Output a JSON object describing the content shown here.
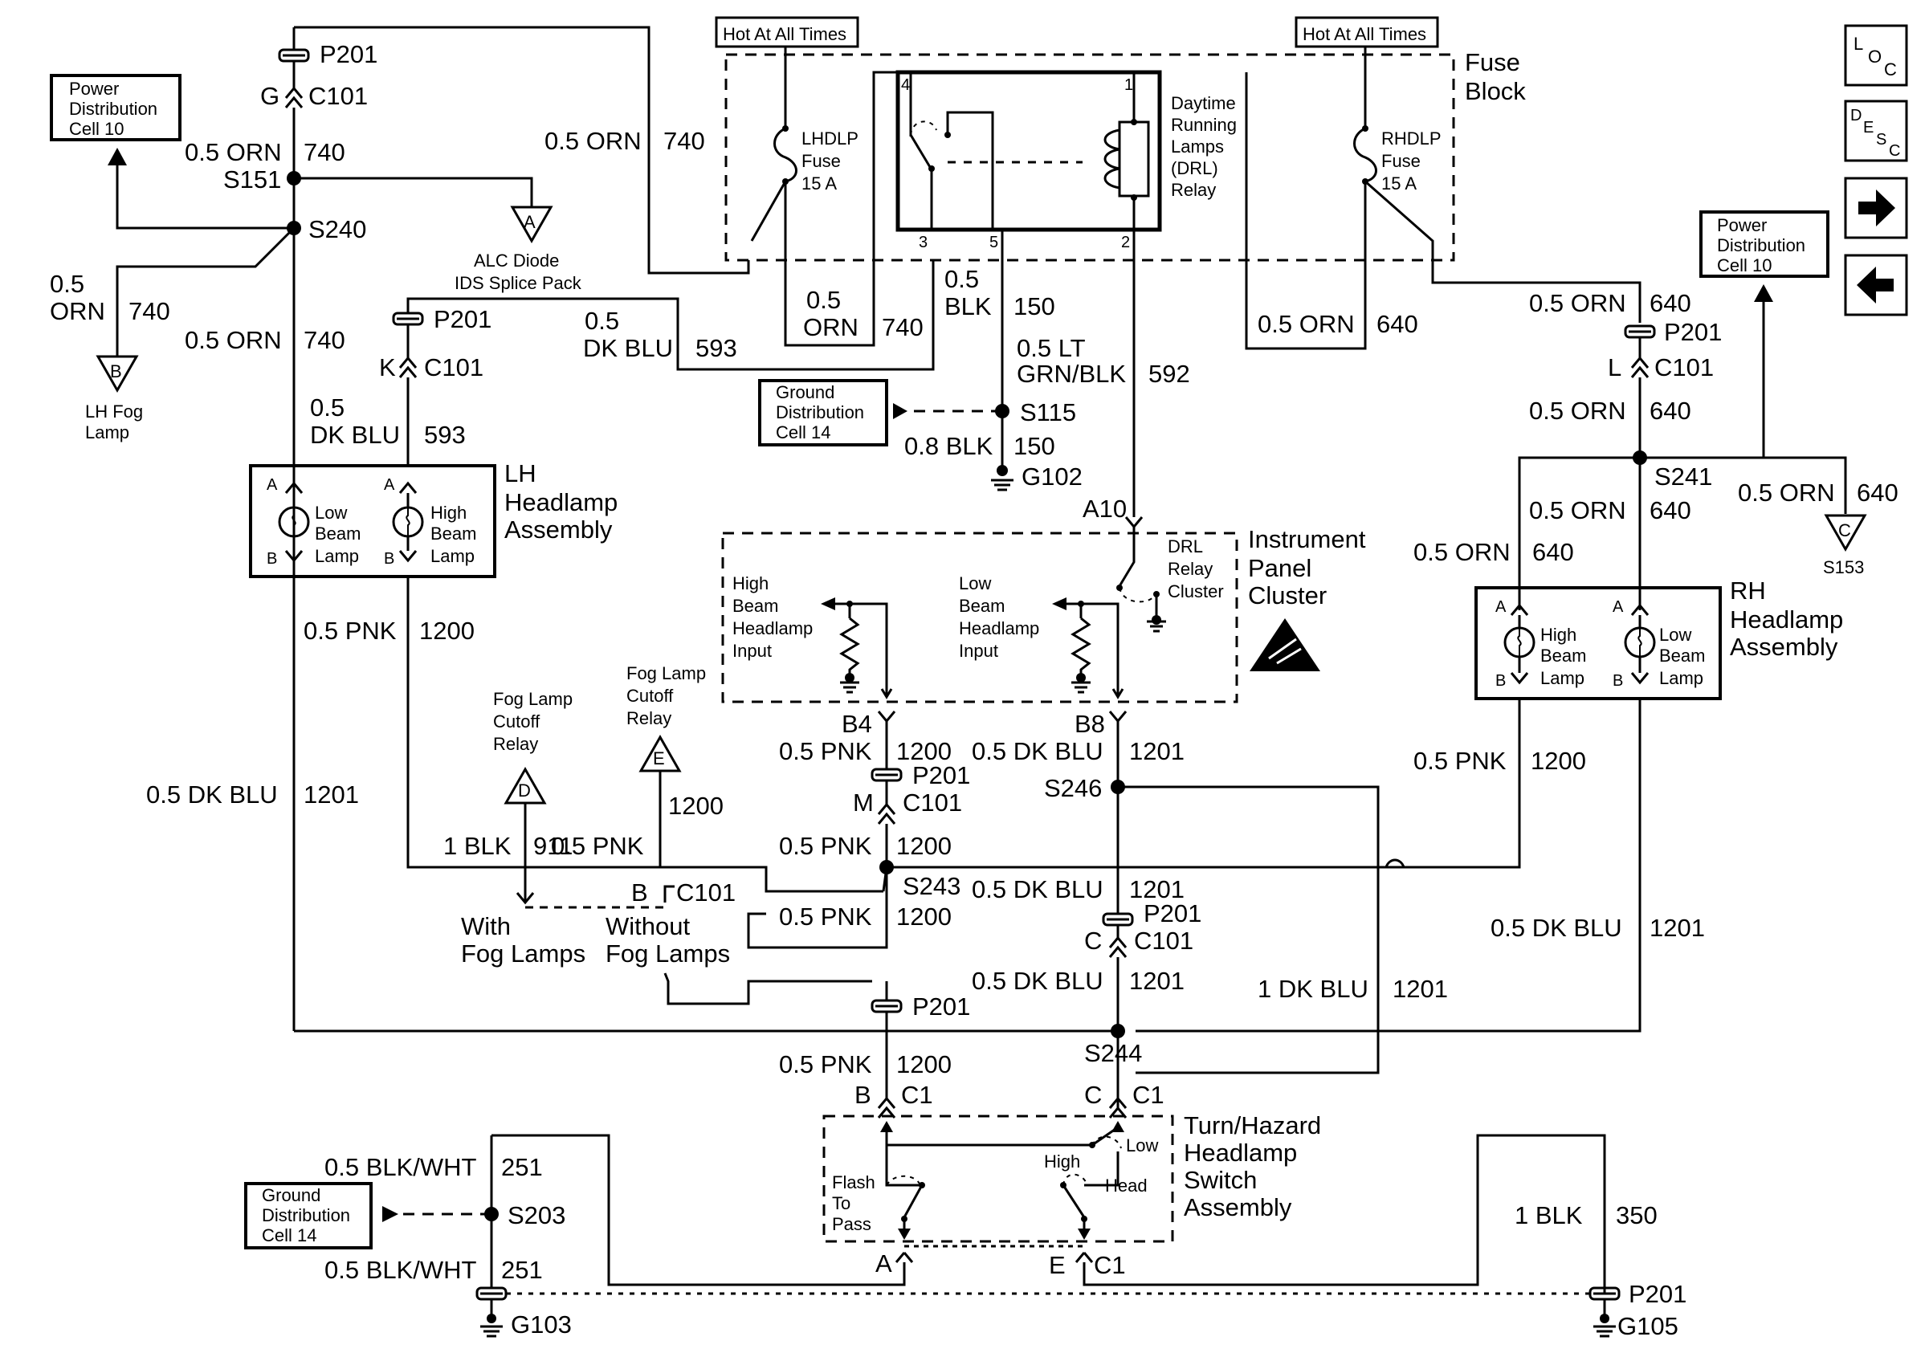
{
  "nav": {
    "loc": "LOC",
    "desc": "DESC",
    "next_glyph": "arrow-right",
    "prev_glyph": "arrow-left"
  },
  "hot_left": "Hot At All Times",
  "hot_right": "Hot At All Times",
  "fuse_block": [
    "Fuse",
    "Block"
  ],
  "lhdlp_fuse": [
    "LHDLP",
    "Fuse",
    "15 A"
  ],
  "rhdlp_fuse": [
    "RHDLP",
    "Fuse",
    "15 A"
  ],
  "drl_relay": [
    "Daytime",
    "Running",
    "Lamps",
    "(DRL)",
    "Relay"
  ],
  "relay_pins": {
    "p4": "4",
    "p1": "1",
    "p3": "3",
    "p5": "5",
    "p2": "2"
  },
  "power_left": [
    "Power",
    "Distribution",
    "Cell 10"
  ],
  "power_right": [
    "Power",
    "Distribution",
    "Cell 10"
  ],
  "ground_s115": [
    "Ground",
    "Distribution",
    "Cell 14"
  ],
  "ground_s203": [
    "Ground",
    "Distribution",
    "Cell 14"
  ],
  "wires": {
    "w_orn_top": "0.5 ORN",
    "w_740_top": "740",
    "w_orn_mid": "0.5 ORN",
    "w_740_mid": "740",
    "w_orn_05": "0.5",
    "w_orn_orn": "ORN",
    "w_740_fog": "740",
    "w_orn_lh": "0.5 ORN",
    "w_740_lh": "740",
    "w_dkblu_05a": "0.5",
    "w_dkblu_a": "DK BLU",
    "w_593_a": "593",
    "w_dkblu_05b": "0.5",
    "w_dkblu_b": "DK BLU",
    "w_593_b": "593",
    "w_orn_fuse_05": "0.5",
    "w_orn_fuse": "ORN",
    "w_740_fuse": "740",
    "w_blk_05": "0.5",
    "w_blk": "BLK",
    "w_150": "150",
    "w_ltgrn_05": "0.5 LT",
    "w_grnblk": "GRN/BLK",
    "w_592": "592",
    "w_08blk": "0.8 BLK",
    "w_150b": "150",
    "w_orn_rhfuse": "0.5 ORN",
    "w_640_rhfuse": "640",
    "w_orn_r1": "0.5 ORN",
    "w_640_r1": "640",
    "w_orn_r2": "0.5 ORN",
    "w_640_r2": "640",
    "w_orn_r3": "0.5 ORN",
    "w_640_r3": "640",
    "w_orn_r4": "0.5 ORN",
    "w_640_r4": "640",
    "w_orn_r5": "0.5 ORN",
    "w_640_r5": "640",
    "w_pnk_lh": "0.5 PNK",
    "w_1200_lh": "1200",
    "w_dkblu_lh": "0.5 DK BLU",
    "w_1201_lh": "1201",
    "w_pnk_b4": "0.5 PNK",
    "w_1200_b4": "1200",
    "w_dkblu_b8": "0.5 DK BLU",
    "w_1201_b8": "1201",
    "w_pnk_e": "0.5 PNK",
    "w_1200_e": "1200",
    "w_blk_911": "1 BLK",
    "w_911": "911",
    "w_pnk_s243": "0.5 PNK",
    "w_1200_s243": "1200",
    "w_pnk_low": "0.5 PNK",
    "w_1200_low": "1200",
    "w_dkblu_s246": "0.5 DK BLU",
    "w_1201_s246": "1201",
    "w_dkblu_bot": "0.5 DK BLU",
    "w_1201_bot": "1201",
    "w_dkblu_1": "1 DK BLU",
    "w_1201_1": "1201",
    "w_pnk_rh": "0.5 PNK",
    "w_1200_rh": "1200",
    "w_dkblu_rh": "0.5 DK BLU",
    "w_1201_rh": "1201",
    "w_pnk_sw": "0.5 PNK",
    "w_1200_sw": "1200",
    "w_blkwht_a": "0.5 BLK/WHT",
    "w_251_a": "251",
    "w_blkwht_b": "0.5 BLK/WHT",
    "w_251_b": "251",
    "w_1blk": "1 BLK",
    "w_350": "350"
  },
  "conn": {
    "p201_tl": "P201",
    "g": "G",
    "c101_tl": "C101",
    "s151": "S151",
    "s240": "S240",
    "p201_k": "P201",
    "k": "K",
    "c101_k": "C101",
    "s115": "S115",
    "g102": "G102",
    "a10": "A10",
    "p201_l": "P201",
    "l": "L",
    "c101_l": "C101",
    "s241": "S241",
    "b4": "B4",
    "b8": "B8",
    "p201_m": "P201",
    "m": "M",
    "c101_m": "C101",
    "s246": "S246",
    "s243": "S243",
    "b_c101": "B",
    "c101_b": "C101",
    "p201_c": "P201",
    "c_c101": "C",
    "c101_c": "C101",
    "p201_low": "P201",
    "s244": "S244",
    "b_c1": "B",
    "c1_b": "C1",
    "c_c1": "C",
    "c1_c": "C1",
    "a_sw": "A",
    "e_sw": "E",
    "c1_e": "C1",
    "s203": "S203",
    "g103": "G103",
    "p201_g105": "P201",
    "g105": "G105"
  },
  "alc": [
    "ALC Diode",
    "IDS Splice Pack"
  ],
  "lh_fog": [
    "LH Fog",
    "Lamp"
  ],
  "s153": "S153",
  "tri": {
    "a": "A",
    "b": "B",
    "c": "C",
    "d": "D",
    "e": "E"
  },
  "lh_assembly": [
    "LH",
    "Headlamp",
    "Assembly"
  ],
  "rh_assembly": [
    "RH",
    "Headlamp",
    "Assembly"
  ],
  "low_beam": [
    "Low",
    "Beam",
    "Lamp"
  ],
  "high_beam": [
    "High",
    "Beam",
    "Lamp"
  ],
  "lamp_pins": {
    "a": "A",
    "b": "B"
  },
  "ipc": [
    "Instrument",
    "Panel",
    "Cluster"
  ],
  "hb_input": [
    "High",
    "Beam",
    "Headlamp",
    "Input"
  ],
  "lb_input": [
    "Low",
    "Beam",
    "Headlamp",
    "Input"
  ],
  "drl_cluster": [
    "DRL",
    "Relay",
    "Cluster"
  ],
  "fog_cutoff_d": [
    "Fog Lamp",
    "Cutoff",
    "Relay"
  ],
  "fog_cutoff_e": [
    "Fog Lamp",
    "Cutoff",
    "Relay"
  ],
  "with_fog": [
    "With",
    "Fog Lamps"
  ],
  "without_fog": [
    "Without",
    "Fog Lamps"
  ],
  "switch_title": [
    "Turn/Hazard",
    "Headlamp",
    "Switch",
    "Assembly"
  ],
  "flash": [
    "Flash",
    "To",
    "Pass"
  ],
  "sw_high": "High",
  "sw_low": "Low",
  "sw_head": "Head"
}
